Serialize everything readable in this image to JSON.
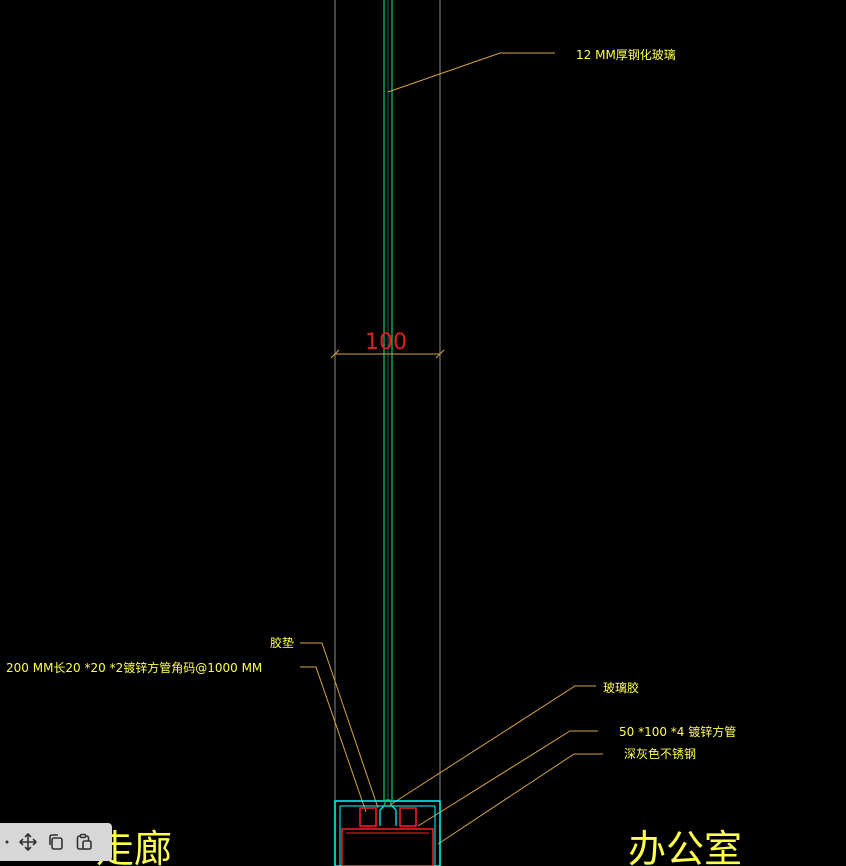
{
  "labels": {
    "glass": "12 MM厚钢化玻璃",
    "dimension": "100",
    "gasket": "胶垫",
    "angle_code": "200 MM长20 *20 *2镀锌方管角码@1000 MM",
    "glass_glue": "玻璃胶",
    "steel_tube": "50 *100 *4 镀锌方管",
    "stainless": "深灰色不锈钢",
    "room_left": "走廊",
    "room_right": "办公室"
  },
  "colors": {
    "background": "#000000",
    "glass_line": "#00cc66",
    "frame_line": "#00ffff",
    "guide_line": "#8a8a8a",
    "profile_red": "#ff2020",
    "text_yellow": "#ffff4d",
    "leader_orange": "#d9a441",
    "dimension_red": "#e02020"
  },
  "toolbar": {
    "icons": [
      "more-icon",
      "move-icon",
      "copy-icon",
      "paste-icon"
    ]
  }
}
